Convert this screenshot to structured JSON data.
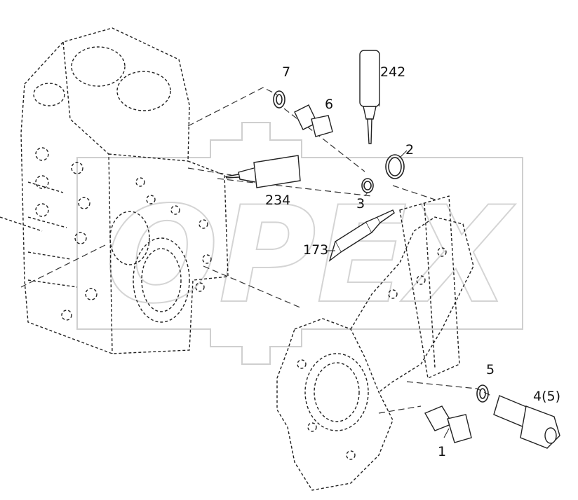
{
  "diagram": {
    "watermark": "OPEX",
    "callouts": [
      {
        "id": "7",
        "text": "7"
      },
      {
        "id": "6",
        "text": "6"
      },
      {
        "id": "242",
        "text": "242"
      },
      {
        "id": "2",
        "text": "2"
      },
      {
        "id": "234",
        "text": "234"
      },
      {
        "id": "3",
        "text": "3"
      },
      {
        "id": "173",
        "text": "173"
      },
      {
        "id": "5",
        "text": "5"
      },
      {
        "id": "4_5",
        "text": "4(5)"
      },
      {
        "id": "1",
        "text": "1"
      }
    ]
  }
}
